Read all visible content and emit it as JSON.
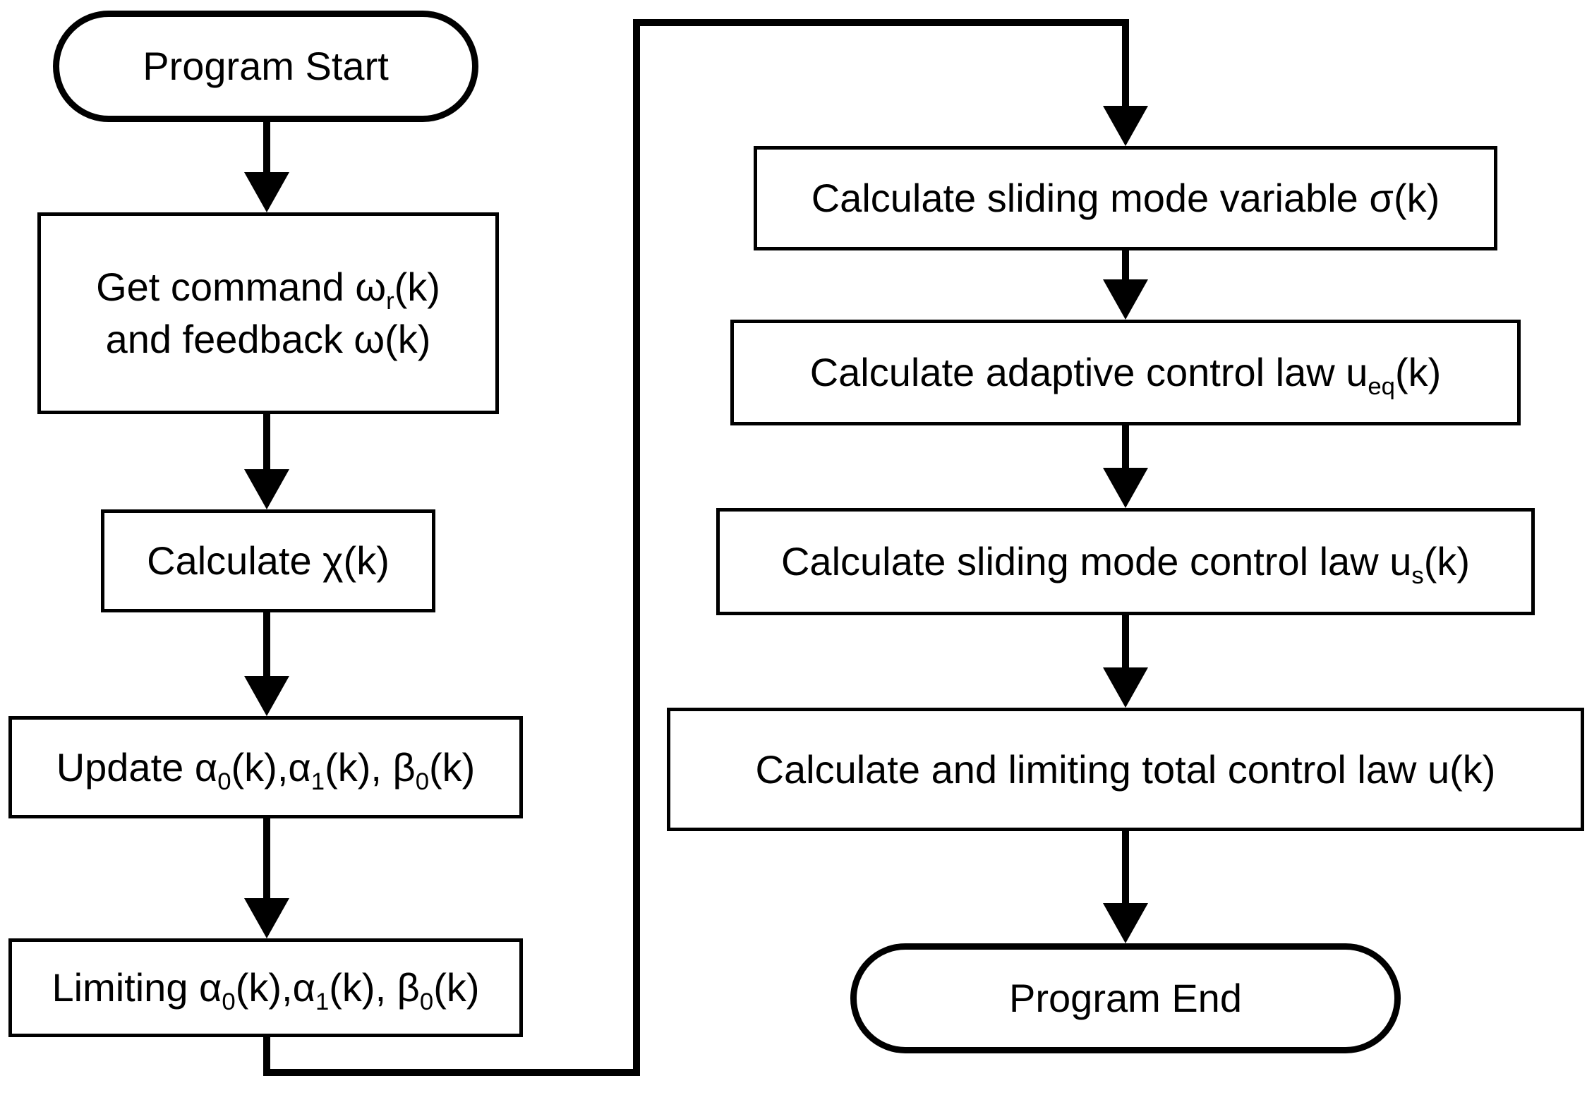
{
  "page": {
    "background_color": "#ffffff",
    "line_color": "#000000",
    "text_color": "#000000",
    "node_fill_color": "#ffffff"
  },
  "flowchart": {
    "nodes": {
      "start": {
        "shape": "terminal",
        "label": "Program Start"
      },
      "get_command": {
        "shape": "process",
        "lines": [
          [
            {
              "t": "Get command ω"
            },
            {
              "sub": "r"
            },
            {
              "t": "(k)"
            }
          ],
          [
            {
              "t": "and feedback ω(k)"
            }
          ]
        ]
      },
      "calc_chi": {
        "shape": "process",
        "lines": [
          [
            {
              "t": "Calculate χ(k)"
            }
          ]
        ]
      },
      "update_params": {
        "shape": "process",
        "lines": [
          [
            {
              "t": "Update α"
            },
            {
              "sub": "0"
            },
            {
              "t": "(k),α"
            },
            {
              "sub": "1"
            },
            {
              "t": "(k), β"
            },
            {
              "sub": "0"
            },
            {
              "t": "(k)"
            }
          ]
        ]
      },
      "limit_params": {
        "shape": "process",
        "lines": [
          [
            {
              "t": "Limiting α"
            },
            {
              "sub": "0"
            },
            {
              "t": "(k),α"
            },
            {
              "sub": "1"
            },
            {
              "t": "(k), β"
            },
            {
              "sub": "0"
            },
            {
              "t": "(k)"
            }
          ]
        ]
      },
      "calc_sigma": {
        "shape": "process",
        "lines": [
          [
            {
              "t": "Calculate sliding mode variable σ(k)"
            }
          ]
        ]
      },
      "calc_adaptive": {
        "shape": "process",
        "lines": [
          [
            {
              "t": "Calculate adaptive control law u"
            },
            {
              "sub": "eq"
            },
            {
              "t": "(k)"
            }
          ]
        ]
      },
      "calc_sliding": {
        "shape": "process",
        "lines": [
          [
            {
              "t": "Calculate sliding mode control law u"
            },
            {
              "sub": "s"
            },
            {
              "t": "(k)"
            }
          ]
        ]
      },
      "calc_total": {
        "shape": "process",
        "lines": [
          [
            {
              "t": "Calculate and limiting total control law u(k)"
            }
          ]
        ]
      },
      "end": {
        "shape": "terminal",
        "label": "Program End"
      }
    },
    "edges": [
      {
        "from": "start",
        "to": "get_command"
      },
      {
        "from": "get_command",
        "to": "calc_chi"
      },
      {
        "from": "calc_chi",
        "to": "update_params"
      },
      {
        "from": "update_params",
        "to": "limit_params"
      },
      {
        "from": "limit_params",
        "to": "calc_sigma"
      },
      {
        "from": "calc_sigma",
        "to": "calc_adaptive"
      },
      {
        "from": "calc_adaptive",
        "to": "calc_sliding"
      },
      {
        "from": "calc_sliding",
        "to": "calc_total"
      },
      {
        "from": "calc_total",
        "to": "end"
      }
    ]
  }
}
